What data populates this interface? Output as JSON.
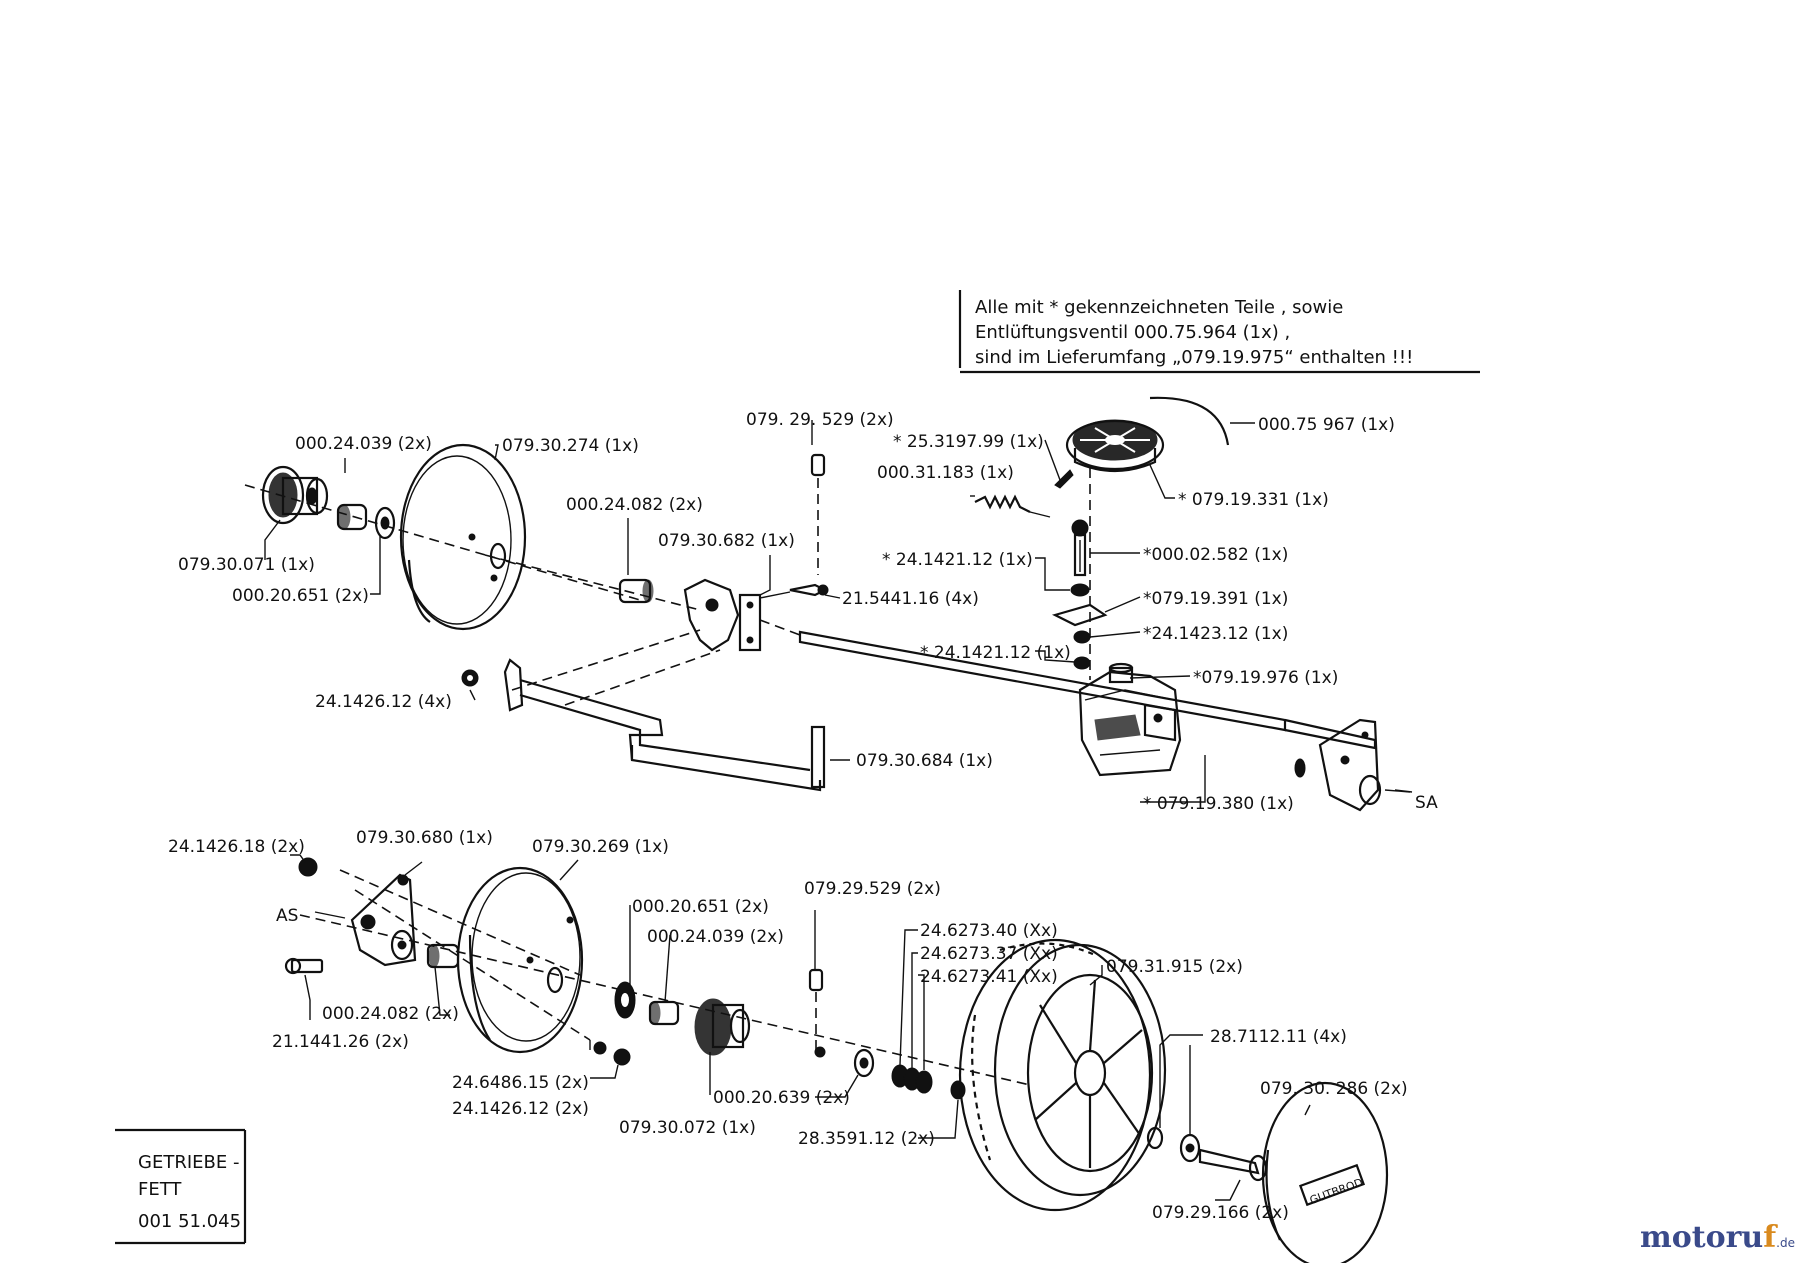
{
  "note": {
    "line1": "Alle mit * gekennzeichneten Teile , sowie",
    "line2": "Entlüftungsventil 000.75.964 (1x) ,",
    "line3": "sind im Lieferumfang „079.19.975“ enthalten !!!"
  },
  "labels": {
    "l_000_24_039_top": "000.24.039 (2x)",
    "l_079_30_274": "079.30.274 (1x)",
    "l_079_30_071": "079.30.071 (1x)",
    "l_000_20_651_top": "000.20.651 (2x)",
    "l_079_29_529_top": "079. 29. 529 (2x)",
    "l_000_24_082_top": "000.24.082 (2x)",
    "l_079_30_682": "079.30.682 (1x)",
    "l_21_5441_16": "21.5441.16 (4x)",
    "l_24_1426_12_top": "24.1426.12 (4x)",
    "l_079_30_684": "079.30.684 (1x)",
    "l_25_3197_99": "* 25.3197.99 (1x)",
    "l_000_75_967": "000.75 967 (1x)",
    "l_000_31_183": "000.31.183 (1x)",
    "l_079_19_331": "* 079.19.331 (1x)",
    "l_24_1421_12_a": "* 24.1421.12 (1x)",
    "l_000_02_582": "*000.02.582 (1x)",
    "l_079_19_391": "*079.19.391 (1x)",
    "l_24_1423_12": "*24.1423.12 (1x)",
    "l_24_1421_12_b": "* 24.1421.12 (1x)",
    "l_079_19_976": "*079.19.976 (1x)",
    "l_079_19_380": "* 079.19.380 (1x)",
    "l_SA": "SA",
    "l_24_1426_18": "24.1426.18 (2x)",
    "l_079_30_680": "079.30.680 (1x)",
    "l_079_30_269": "079.30.269 (1x)",
    "l_AS": "AS",
    "l_000_20_651_bot": "000.20.651 (2x)",
    "l_000_24_039_bot": "000.24.039 (2x)",
    "l_079_29_529_bot": "079.29.529 (2x)",
    "l_000_24_082_bot": "000.24.082 (2x)",
    "l_21_1441_26": "21.1441.26 (2x)",
    "l_24_6486_15": "24.6486.15 (2x)",
    "l_24_1426_12_bot": "24.1426.12 (2x)",
    "l_079_30_072": "079.30.072 (1x)",
    "l_000_20_639": "000.20.639 (2x)",
    "l_24_6273_40": "24.6273.40 (Xx)",
    "l_24_6273_37": "24.6273.37 (Xx)",
    "l_24_6273_41": "24.6273.41 (Xx)",
    "l_079_31_915": "079.31.915 (2x)",
    "l_28_3591_12": "28.3591.12 (2x)",
    "l_28_7112_11": "28.7112.11 (4x)",
    "l_079_30_286": "079. 30. 286 (2x)",
    "l_079_29_166": "079.29.166 (2x)"
  },
  "grease_box": {
    "line1": "GETRIEBE -",
    "line2": "FETT",
    "line3": "001 51.045"
  },
  "cap_logo": "GUTBROD",
  "watermark": {
    "part1": "motoru",
    "part2": "f",
    "part3": ".de"
  }
}
